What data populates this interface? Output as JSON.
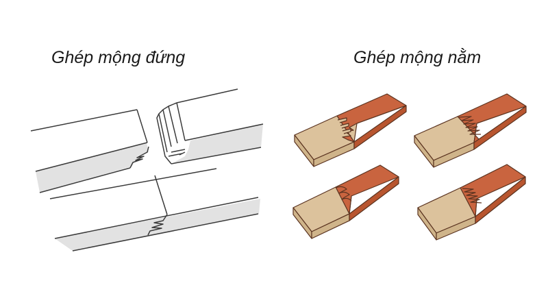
{
  "titles": {
    "vertical_joint": "Ghép mộng đứng",
    "horizontal_joint": "Ghép mộng nằm"
  },
  "colors": {
    "background": "#ffffff",
    "line": "#3a3a3a",
    "grey_face": "#e2e2e2",
    "light_wood": "#dcc29c",
    "light_wood_side": "#cfb48a",
    "dark_wood": "#c9643f",
    "dark_wood_side": "#b8552f",
    "wood_outline": "#5a3320"
  },
  "diagrams": {
    "left": {
      "caption": "Ghép mộng đứng",
      "parts": [
        "separated-boards-top",
        "joined-boards-bottom"
      ]
    },
    "right": {
      "caption": "Ghép mộng nằm",
      "blocks": [
        {
          "position": "top-left",
          "joint": "straight-finger"
        },
        {
          "position": "top-right",
          "joint": "zigzag-finger"
        },
        {
          "position": "bottom-left",
          "joint": "rounded-finger"
        },
        {
          "position": "bottom-right",
          "joint": "zigzag-finger"
        }
      ]
    }
  }
}
